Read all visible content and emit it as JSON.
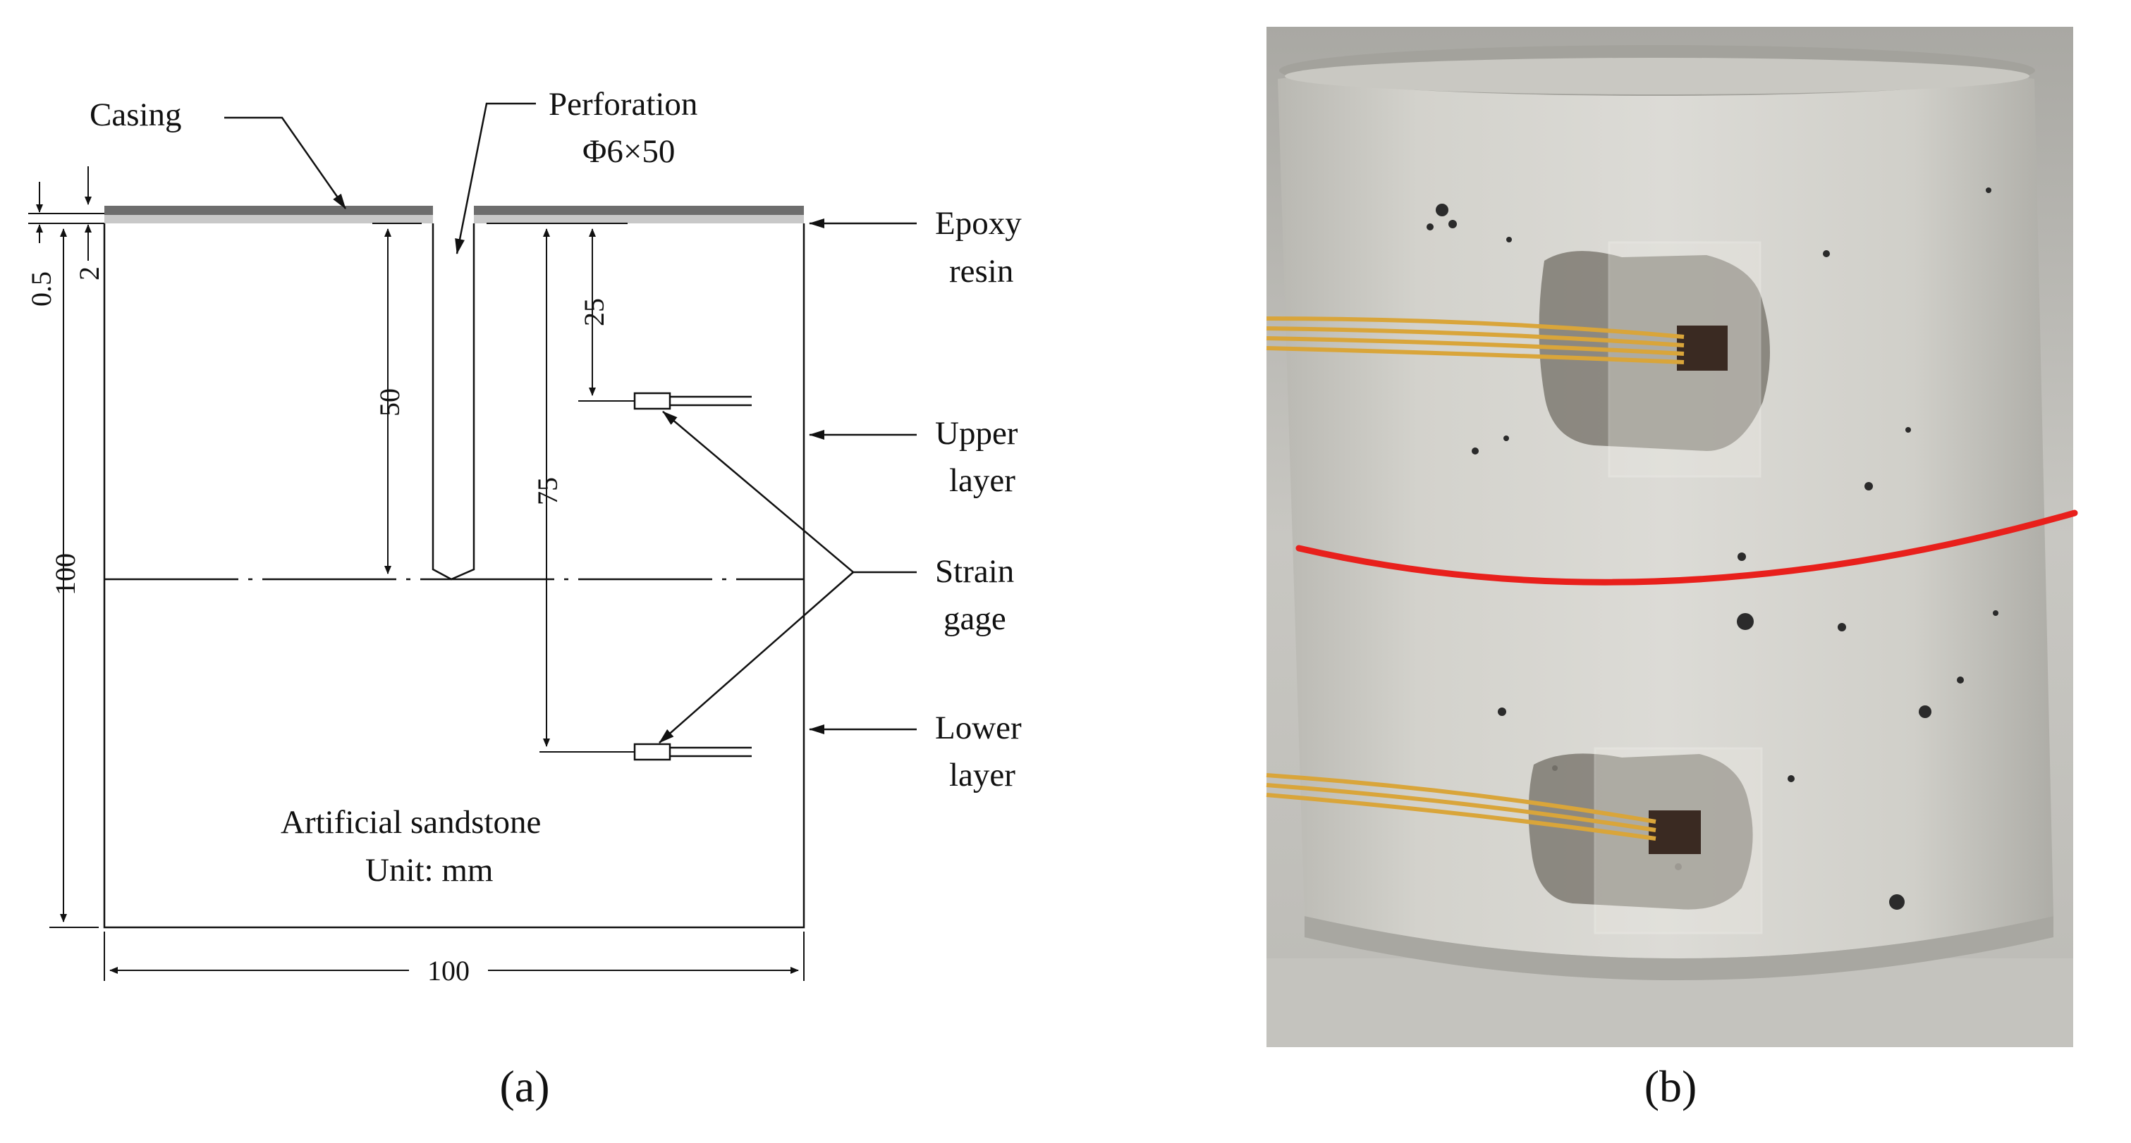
{
  "diagram_a": {
    "casing_label": "Casing",
    "perforation_label": "Perforation",
    "perforation_size": "Φ6×50",
    "epoxy_label_1": "Epoxy",
    "epoxy_label_2": "resin",
    "upper_label_1": "Upper",
    "upper_label_2": "layer",
    "strain_label_1": "Strain",
    "strain_label_2": "gage",
    "lower_label_1": "Lower",
    "lower_label_2": "layer",
    "material_label": "Artificial sandstone",
    "unit_label": "Unit: mm",
    "dims": {
      "casing_thickness": "0.5",
      "epoxy_thickness": "2",
      "perforation_depth": "50",
      "height": "100",
      "width": "100",
      "upper_gage_depth": "25",
      "lower_gage_depth": "75"
    },
    "caption": "(a)"
  },
  "photo_b": {
    "caption": "(b)",
    "colors": {
      "mark_line": "#e8201c",
      "wire": "#d9a53a",
      "specimen": "#d6d5cf"
    }
  }
}
